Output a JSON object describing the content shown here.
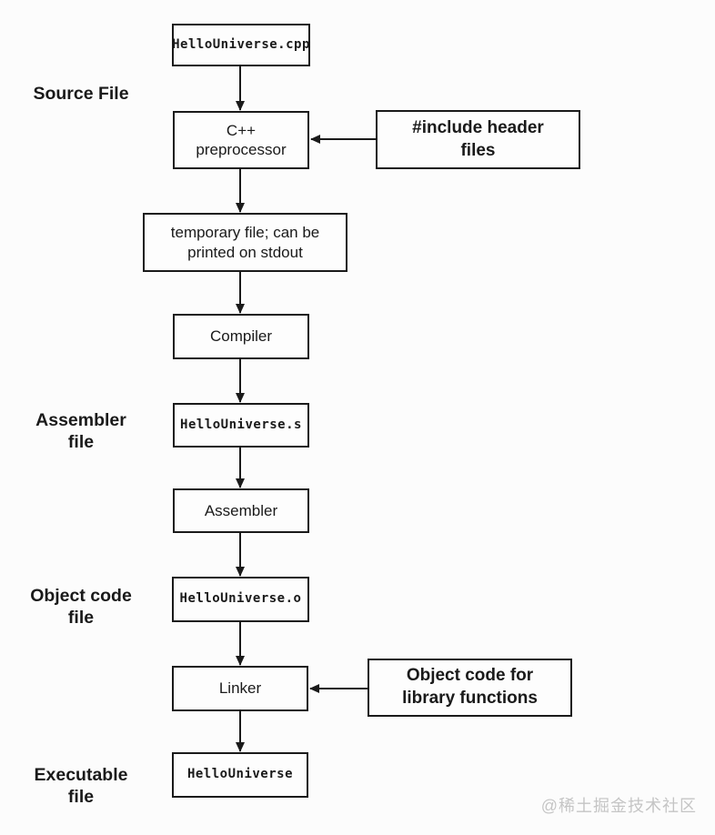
{
  "diagram": {
    "type": "flowchart",
    "subject": "C++ compilation pipeline",
    "stage_labels": {
      "source": "Source File",
      "assembler": "Assembler\nfile",
      "object": "Object code\nfile",
      "executable": "Executable\nfile"
    },
    "nodes": {
      "source_file": "HelloUniverse.cpp",
      "preprocessor": "C++\npreprocessor",
      "temp_file": "temporary file; can be\nprinted on stdout",
      "compiler": "Compiler",
      "assembly_file": "HelloUniverse.s",
      "assembler": "Assembler",
      "object_file": "HelloUniverse.o",
      "linker": "Linker",
      "executable": "HelloUniverse",
      "include_headers": "#include header\nfiles",
      "library_objects": "Object code for\nlibrary functions"
    },
    "edges": [
      {
        "from": "source_file",
        "to": "preprocessor"
      },
      {
        "from": "include_headers",
        "to": "preprocessor"
      },
      {
        "from": "preprocessor",
        "to": "temp_file"
      },
      {
        "from": "temp_file",
        "to": "compiler"
      },
      {
        "from": "compiler",
        "to": "assembly_file"
      },
      {
        "from": "assembly_file",
        "to": "assembler"
      },
      {
        "from": "assembler",
        "to": "object_file"
      },
      {
        "from": "object_file",
        "to": "linker"
      },
      {
        "from": "library_objects",
        "to": "linker"
      },
      {
        "from": "linker",
        "to": "executable"
      }
    ],
    "watermark": "@稀土掘金技术社区",
    "colors": {
      "line": "#1a1a1a",
      "background": "#fcfcfc",
      "watermark": "#c5c5c5"
    }
  }
}
